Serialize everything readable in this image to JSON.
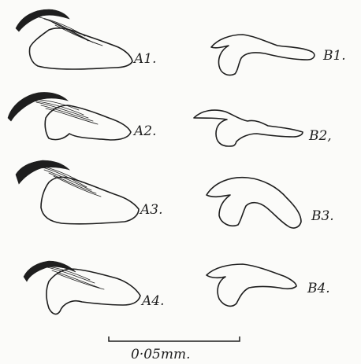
{
  "figures": [
    {
      "id": "A1",
      "label": "A1."
    },
    {
      "id": "A2",
      "label": "A2."
    },
    {
      "id": "A3",
      "label": "A3."
    },
    {
      "id": "A4",
      "label": "A4."
    },
    {
      "id": "B1",
      "label": "B1."
    },
    {
      "id": "B2",
      "label": "B2,"
    },
    {
      "id": "B3",
      "label": "B3."
    },
    {
      "id": "B4",
      "label": "B4."
    }
  ],
  "scale_bar": {
    "label": "0·05mm."
  },
  "colors": {
    "ink": "#1e1e1e",
    "paper": "#fbfbf9"
  }
}
